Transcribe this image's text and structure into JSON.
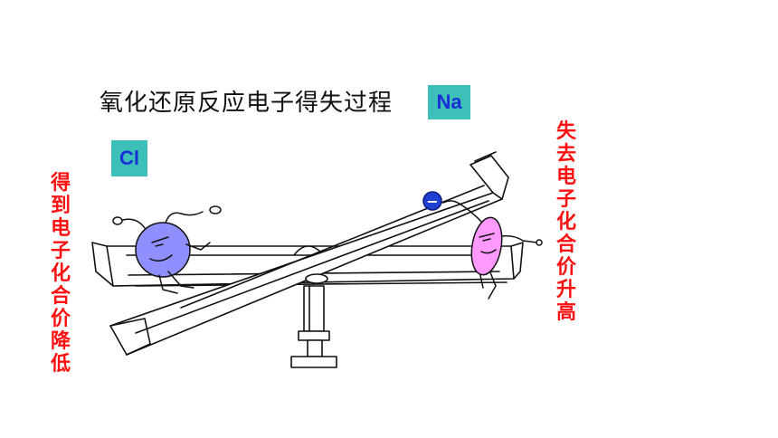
{
  "title": "氧化还原反应电子得失过程",
  "na_badge": {
    "label": "Na",
    "bg": "#3cc0b8",
    "color": "#1b2fd6"
  },
  "cl_badge": {
    "label": "Cl",
    "bg": "#3cc0b8",
    "color": "#1b2fd6"
  },
  "left_label": {
    "text": "得到电子化合价降低",
    "color": "#ff1010"
  },
  "right_label": {
    "text": "失去电子化合价升高",
    "color": "#ff1010"
  },
  "electron": {
    "label": "−",
    "color": "#1f3fd1"
  },
  "cl_character_color": "#8f8fff",
  "na_character_color": "#ff99ff"
}
